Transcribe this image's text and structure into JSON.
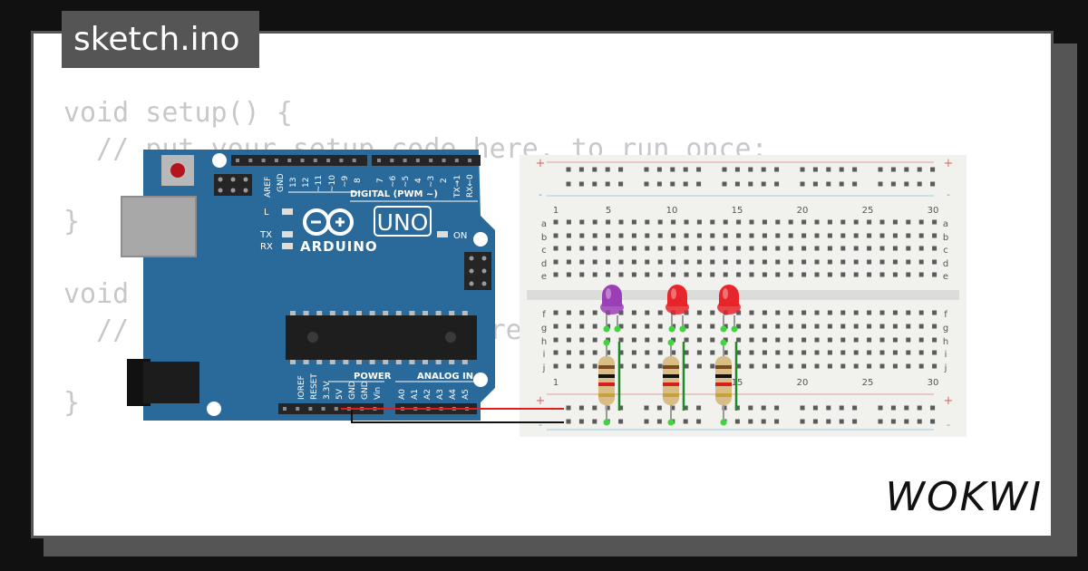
{
  "file_tab": {
    "title": "sketch.ino"
  },
  "code": {
    "lines": [
      "void setup() {",
      "  // put your setup code here, to run once:",
      "",
      "}",
      "",
      "void loop() {",
      "  // put your main code here, to run repeatedly:",
      "",
      "}"
    ]
  },
  "brand": {
    "logo": "WOKWI"
  },
  "board": {
    "name": "ARDUINO",
    "model": "UNO",
    "digital_label": "DIGITAL (PWM ~)",
    "power_label": "POWER",
    "analog_label": "ANALOG IN",
    "led_l": "L",
    "led_tx": "TX",
    "led_rx": "RX",
    "led_on": "ON",
    "top_pins": [
      "AREF",
      "GND",
      "13",
      "12",
      "~11",
      "~10",
      "~9",
      "8",
      "7",
      "~6",
      "~5",
      "4",
      "~3",
      "2",
      "TX→1",
      "RX←0"
    ],
    "bottom_pins": [
      "IOREF",
      "RESET",
      "3.3V",
      "5V",
      "GND",
      "GND",
      "Vin",
      "A0",
      "A1",
      "A2",
      "A3",
      "A4",
      "A5"
    ]
  },
  "breadboard": {
    "column_numbers": [
      "1",
      "5",
      "10",
      "15",
      "20",
      "25",
      "30"
    ],
    "rows_top": [
      "a",
      "b",
      "c",
      "d",
      "e"
    ],
    "rows_bottom": [
      "f",
      "g",
      "h",
      "i",
      "j"
    ],
    "plus": "+",
    "minus": "-"
  },
  "leds": [
    {
      "color": "#9b3fb6"
    },
    {
      "color": "#e8252a"
    },
    {
      "color": "#e8252a"
    }
  ],
  "colors": {
    "board": "#2a6a9a",
    "wire_power": "#e41c1c",
    "wire_ground": "#111111",
    "breadboard": "#f1f1ee"
  }
}
